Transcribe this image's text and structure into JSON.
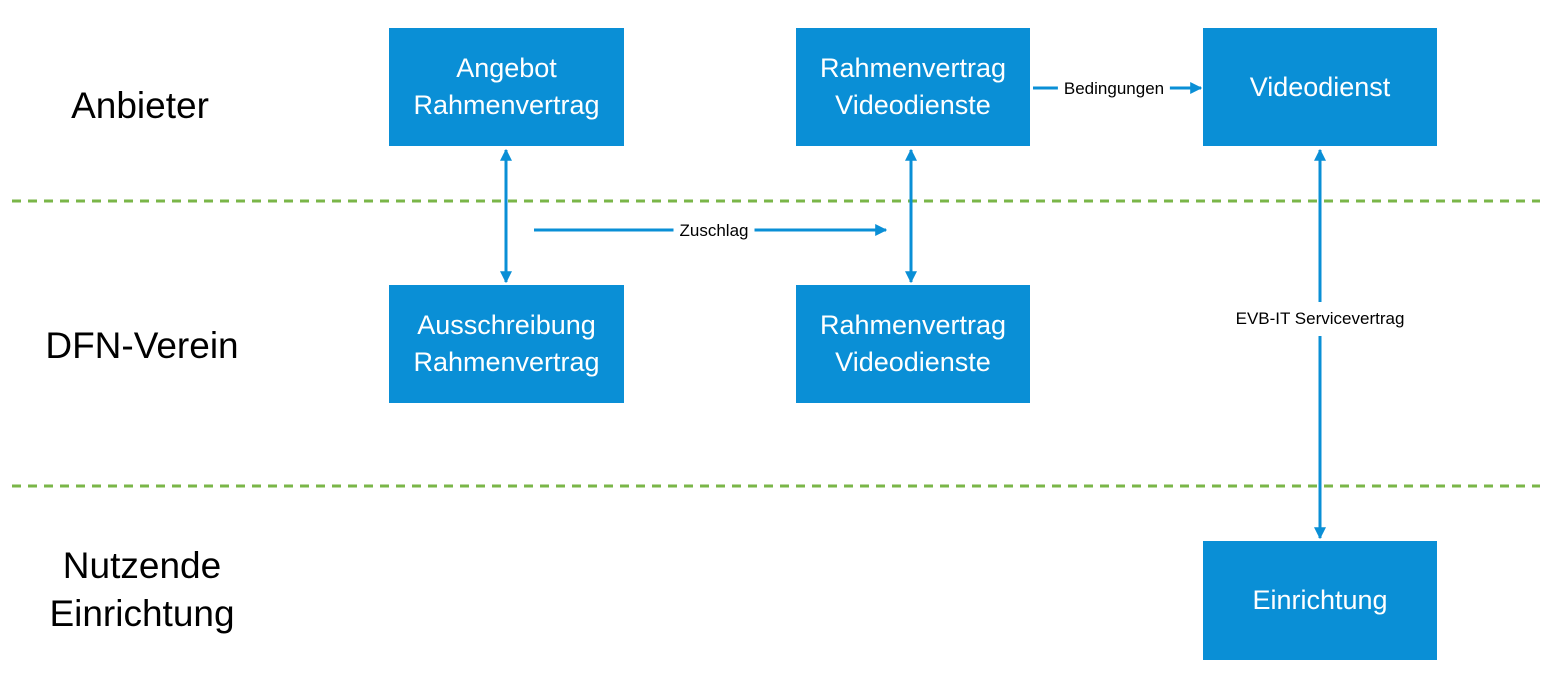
{
  "lanes": [
    {
      "id": "anbieter",
      "lines": [
        "Anbieter"
      ]
    },
    {
      "id": "dfn",
      "lines": [
        "DFN-Verein"
      ]
    },
    {
      "id": "nutzende",
      "lines": [
        "Nutzende",
        "Einrichtung"
      ]
    }
  ],
  "boxes": {
    "angebot": [
      "Angebot",
      "Rahmenvertrag"
    ],
    "rahmen_anbieter": [
      "Rahmenvertrag",
      "Videodienste"
    ],
    "videodienst": [
      "Videodienst"
    ],
    "ausschreibung": [
      "Ausschreibung",
      "Rahmenvertrag"
    ],
    "rahmen_dfn": [
      "Rahmenvertrag",
      "Videodienste"
    ],
    "einrichtung": [
      "Einrichtung"
    ]
  },
  "edge_labels": {
    "bedingungen": "Bedingungen",
    "zuschlag": "Zuschlag",
    "evb": "EVB-IT Servicevertrag"
  },
  "colors": {
    "box": "#0a8fd6",
    "arrow": "#0a8fd6",
    "separator": "#7ab648"
  }
}
